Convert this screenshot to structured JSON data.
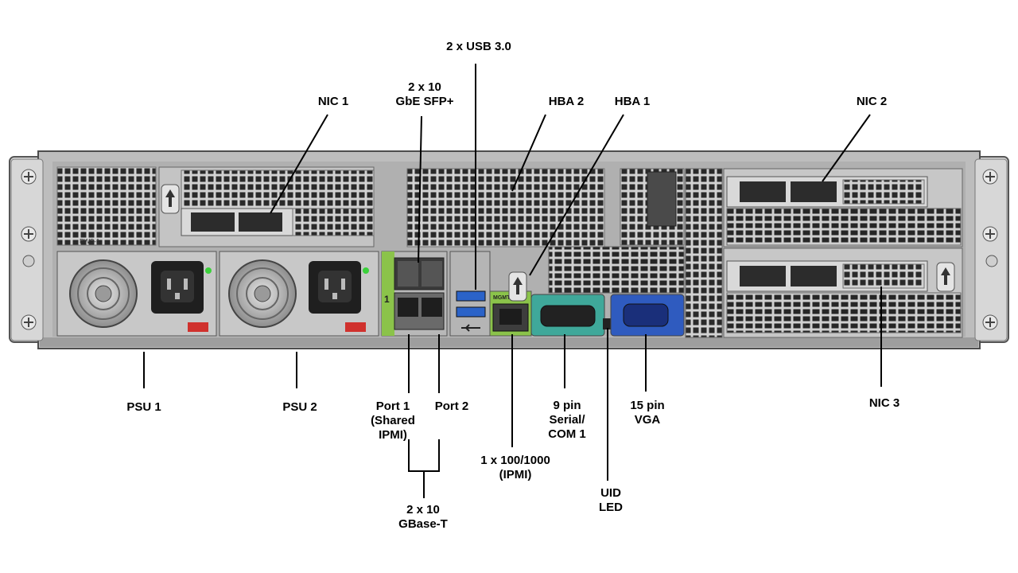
{
  "labels": {
    "usb": "2 x USB 3.0",
    "sfp_line1": "2 x 10",
    "sfp_line2": "GbE SFP+",
    "nic1": "NIC 1",
    "hba2": "HBA 2",
    "hba1": "HBA 1",
    "nic2": "NIC 2",
    "nic3": "NIC 3",
    "psu1": "PSU 1",
    "psu2": "PSU 2",
    "port1_line1": "Port 1",
    "port1_line2": "(Shared",
    "port1_line3": "IPMI)",
    "port2": "Port 2",
    "gbaset_line1": "2 x 10",
    "gbaset_line2": "GBase-T",
    "ipmi_line1": "1 x 100/1000",
    "ipmi_line2": "(IPMI)",
    "serial_line1": "9 pin",
    "serial_line2": "Serial/",
    "serial_line3": "COM 1",
    "uid_line1": "UID",
    "uid_line2": "LED",
    "vga_line1": "15 pin",
    "vga_line2": "VGA"
  },
  "device_marks": {
    "mgmt": "MGMT",
    "pws": "PWS-1",
    "port_num": "1"
  },
  "colors": {
    "serial_port": "#3fa89a",
    "vga_port": "#2f5bbf",
    "port_green": "#8bc34a",
    "usb_blue": "#2b63c8",
    "psu_red": "#d0312d",
    "led_green": "#3bd13b"
  },
  "icons": [
    "screw-icon",
    "fan-icon",
    "power-socket-icon",
    "release-latch-icon",
    "usb-symbol-icon"
  ]
}
